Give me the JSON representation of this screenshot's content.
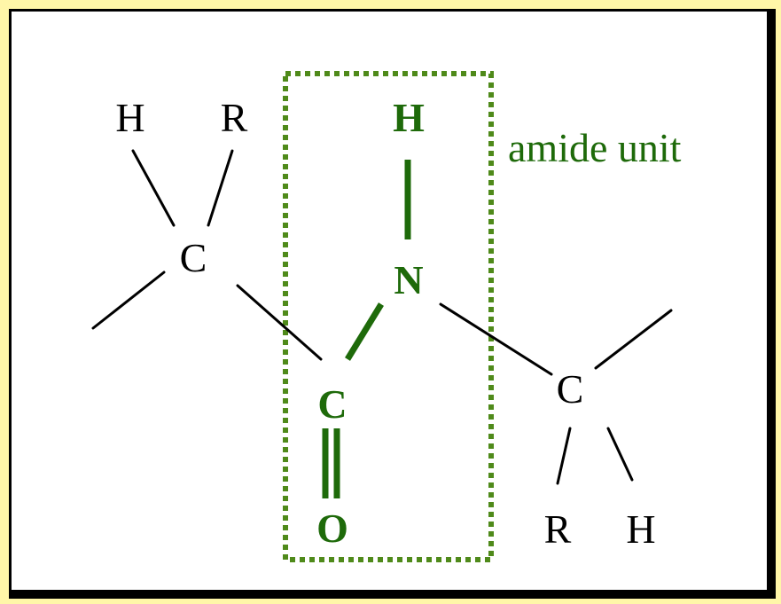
{
  "diagram": {
    "caption": "amide unit",
    "atoms": {
      "left_h": "H",
      "left_r": "R",
      "left_c": "C",
      "amide_h": "H",
      "amide_n": "N",
      "amide_c": "C",
      "amide_o": "O",
      "right_c": "C",
      "right_r": "R",
      "right_h": "H"
    },
    "colors": {
      "highlight": "#1e6a0a",
      "dashed_box": "#4f8a1a",
      "background": "#fff6a8",
      "text": "#000000"
    }
  }
}
